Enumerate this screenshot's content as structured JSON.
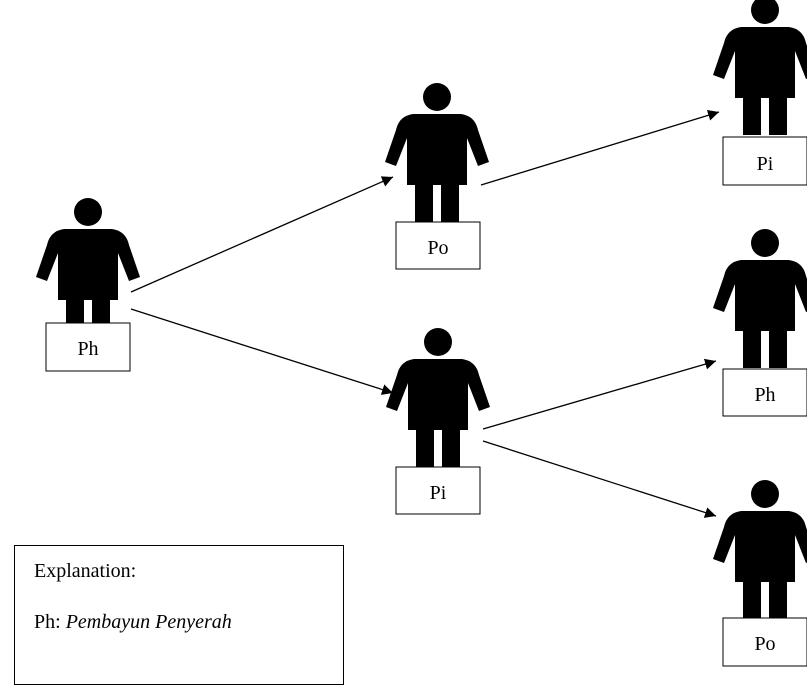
{
  "diagram": {
    "nodes": [
      {
        "id": "root",
        "label": "Ph"
      },
      {
        "id": "mid-top",
        "label": "Po"
      },
      {
        "id": "mid-bottom",
        "label": "Pi"
      },
      {
        "id": "right-top",
        "label": "Pi"
      },
      {
        "id": "right-middle",
        "label": "Ph"
      },
      {
        "id": "right-bottom",
        "label": "Po"
      }
    ],
    "edges": [
      {
        "from": "root",
        "to": "mid-top"
      },
      {
        "from": "root",
        "to": "mid-bottom"
      },
      {
        "from": "mid-top",
        "to": "right-top"
      },
      {
        "from": "mid-bottom",
        "to": "right-middle"
      },
      {
        "from": "mid-bottom",
        "to": "right-bottom"
      }
    ]
  },
  "legend": {
    "title": "Explanation:",
    "items": [
      {
        "abbr": "Ph: ",
        "meaning": "Pembayun Penyerah"
      }
    ]
  }
}
